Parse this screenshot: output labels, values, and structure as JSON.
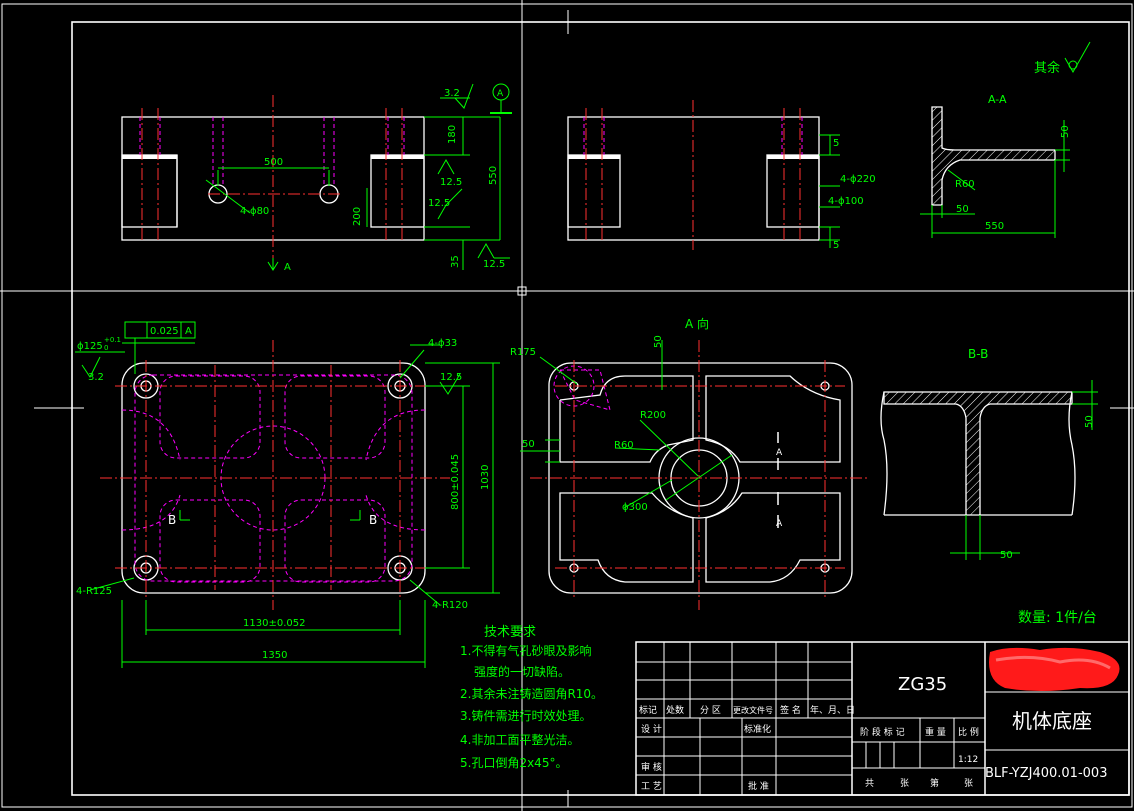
{
  "views": {
    "front": {
      "dims": [
        "500",
        "4-ϕ80",
        "180",
        "550",
        "200",
        "35",
        "A"
      ],
      "roughness": [
        "3.2",
        "12.5",
        "12.5",
        "12.5"
      ],
      "datum_label": "A"
    },
    "side": {
      "dims": [
        "5",
        "4-ϕ220",
        "4-ϕ100",
        "5"
      ]
    },
    "section_aa": {
      "title": "A-A",
      "dims": [
        "50",
        "R60",
        "50",
        "550"
      ]
    },
    "plan": {
      "dims": [
        "ϕ125",
        "+0.1",
        "0",
        "3.2",
        "0.025",
        "A",
        "4-ϕ33",
        "12.5",
        "1030",
        "800±0.045",
        "4-R125",
        "4-R120",
        "1130±0.052",
        "1350",
        "B",
        "B"
      ]
    },
    "view_a": {
      "title": "A 向",
      "dims": [
        "R175",
        "50",
        "50",
        "R200",
        "R60",
        "ϕ300",
        "A",
        "A"
      ]
    },
    "section_bb": {
      "title": "B-B",
      "dims": [
        "50",
        "50"
      ]
    }
  },
  "notes": {
    "roughness_rest": "其余",
    "quantity": "数量: 1件/台",
    "tech_title": "技术要求",
    "tech_items": [
      "1.不得有气孔砂眼及影响",
      "强度的一切缺陷。",
      "2.其余未注铸造圆角R10。",
      "3.铸件需进行时效处理。",
      "4.非加工面平整光洁。",
      "5.孔口倒角2x45°。"
    ]
  },
  "title_block": {
    "material": "ZG35",
    "part_name": "机体底座",
    "drawing_no": "BLF-YZJ400.01-003",
    "scale": "1:12",
    "labels": {
      "mark": "标记",
      "count": "处数",
      "zone": "分 区",
      "change_doc": "更改文件号",
      "sign": "签 名",
      "date": "年、月、日",
      "design": "设 计",
      "standard": "标准化",
      "stage": "阶 段 标 记",
      "weight": "重 量",
      "ratio": "比 例",
      "review": "审 核",
      "process": "工 艺",
      "approve": "批 准",
      "total": "共",
      "sheets": "张",
      "sheet_no": "第",
      "sheet_unit": "张"
    }
  },
  "colors": {
    "outline": "#ffffff",
    "centerline": "#ff3030",
    "hidden": "#ff00ff",
    "dimension": "#00ff00",
    "crosshair": "#ffffff",
    "stamp": "#ff1a1a"
  }
}
